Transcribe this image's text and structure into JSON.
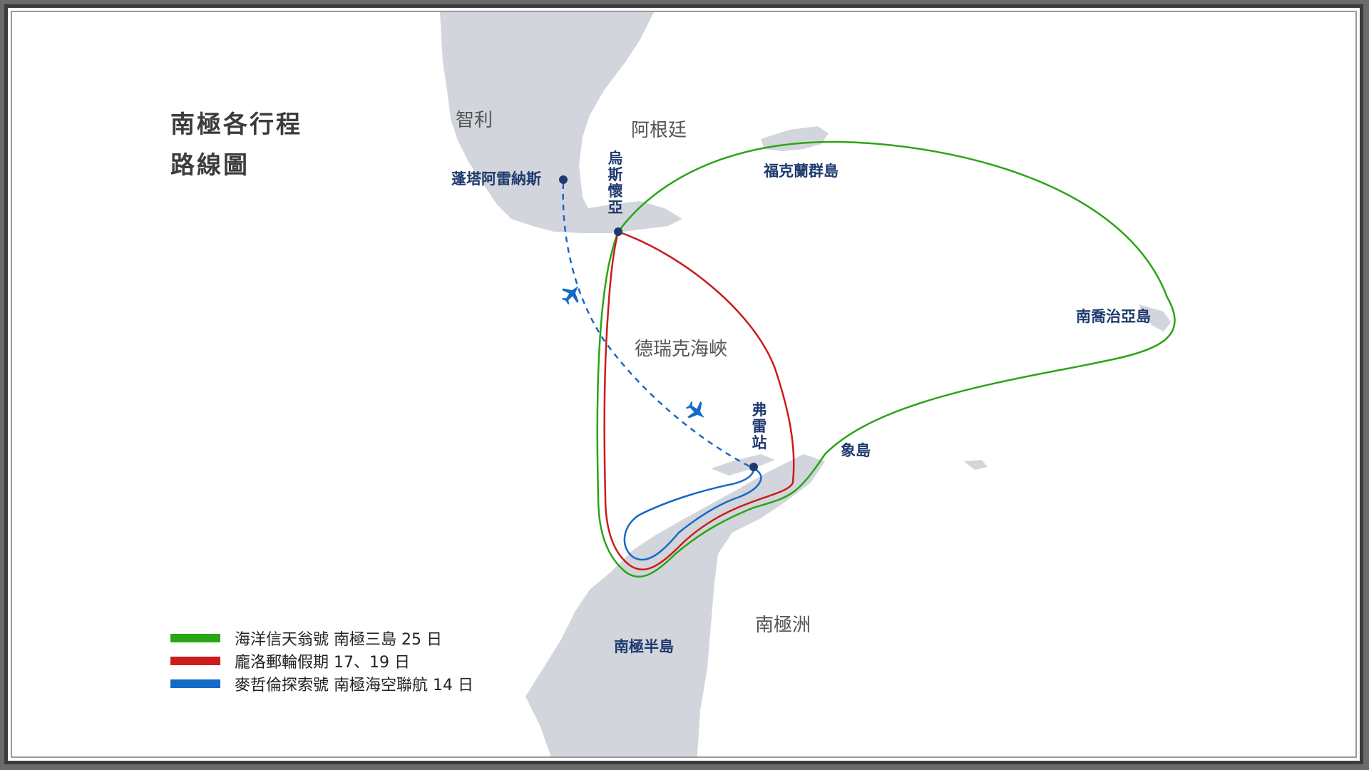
{
  "title": {
    "line1": "南極各行程",
    "line2": "路線圖"
  },
  "labels": {
    "chile": "智利",
    "argentina": "阿根廷",
    "punta_arenas": "蓬塔阿雷納斯",
    "ushuaia": "烏\n斯\n懷\n亞",
    "falklands": "福克蘭群島",
    "south_georgia": "南喬治亞島",
    "drake_passage": "德瑞克海峽",
    "frei_station": "弗\n雷\n站",
    "elephant_island": "象島",
    "antarctica": "南極洲",
    "antarctic_peninsula": "南極半島"
  },
  "legend": [
    {
      "label": "海洋信天翁號 南極三島 25 日",
      "color": "#2aa515"
    },
    {
      "label": "龐洛郵輪假期 17、19 日",
      "color": "#cc1b1b"
    },
    {
      "label": "麥哲倫探索號 南極海空聯航 14 日",
      "color": "#1569c7"
    }
  ],
  "colors": {
    "land": "#d2d6dc",
    "place_label": "#1f3a6e",
    "region_label": "#555555"
  },
  "icons": [
    "airplane-icon",
    "airplane-icon"
  ]
}
